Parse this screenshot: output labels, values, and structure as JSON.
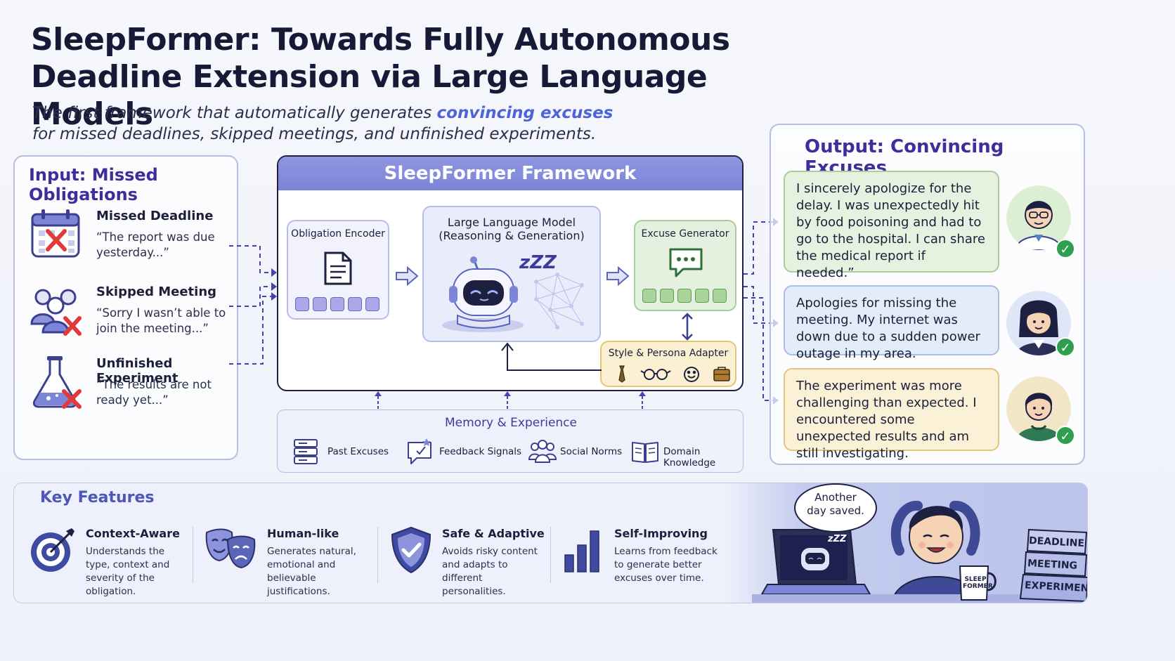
{
  "header": {
    "title_line1": "SleepFormer: Towards Fully Autonomous",
    "title_line2": "Deadline Extension via Large Language Models",
    "subtitle_pre": "The first framework that automatically generates ",
    "subtitle_highlight": "convincing excuses",
    "subtitle_line2": "for missed deadlines, skipped meetings, and unfinished experiments."
  },
  "input": {
    "title": "Input: Missed Obligations",
    "items": [
      {
        "title": "Missed Deadline",
        "quote": "“The report was due yesterday...”",
        "icon": "calendar-x-icon"
      },
      {
        "title": "Skipped Meeting",
        "quote": "“Sorry I wasn’t able to join the meeting...”",
        "icon": "group-x-icon"
      },
      {
        "title": "Unfinished Experiment",
        "quote": "“The results are not ready yet...”",
        "icon": "flask-x-icon"
      }
    ]
  },
  "framework": {
    "title": "SleepFormer Framework",
    "encoder": "Obligation Encoder",
    "llm_line1": "Large Language Model",
    "llm_line2": "(Reasoning & Generation)",
    "llm_zzz": "zZZ",
    "generator": "Excuse Generator",
    "adapter": "Style & Persona Adapter"
  },
  "memory": {
    "title": "Memory & Experience",
    "items": [
      {
        "label": "Past Excuses",
        "icon": "stack-icon"
      },
      {
        "label": "Feedback Signals",
        "icon": "feedback-icon"
      },
      {
        "label": "Social Norms",
        "icon": "people-icon"
      },
      {
        "label": "Domain Knowledge",
        "icon": "book-icon"
      }
    ]
  },
  "output": {
    "title": "Output: Convincing Excuses",
    "excuses": [
      {
        "text": "I sincerely apologize for the delay. I was unexpectedly hit by food poisoning and had to go to the hospital. I can share the medical report if needed.”",
        "color": "#e6f2df"
      },
      {
        "text": "Apologies for missing the meeting. My internet was down due to a sudden power outage in my area.",
        "color": "#e4ecfa"
      },
      {
        "text": "The experiment was more challenging than expected. I encountered some unexpected results and am still investigating.",
        "color": "#fbf1d6"
      }
    ]
  },
  "features": {
    "title": "Key Features",
    "items": [
      {
        "title": "Context-Aware",
        "desc": "Understands the type, context and severity of the obligation.",
        "icon": "target-icon"
      },
      {
        "title": "Human-like",
        "desc": "Generates natural, emotional and believable justifications.",
        "icon": "masks-icon"
      },
      {
        "title": "Safe & Adaptive",
        "desc": "Avoids risky content and adapts to different personalities.",
        "icon": "shield-icon"
      },
      {
        "title": "Self-Improving",
        "desc": "Learns from feedback to generate better excuses over time.",
        "icon": "bar-chart-icon"
      }
    ]
  },
  "illustration": {
    "speech": "Another day saved.",
    "mug": "SLEEP FORMER",
    "laptop_zzz": "zZZ",
    "books": [
      "DEADLINE",
      "MEETING",
      "EXPERIMENT"
    ]
  },
  "colors": {
    "accent": "#4d63d6",
    "title_purple": "#3e2e9c",
    "check_green": "#2f9e4f"
  }
}
